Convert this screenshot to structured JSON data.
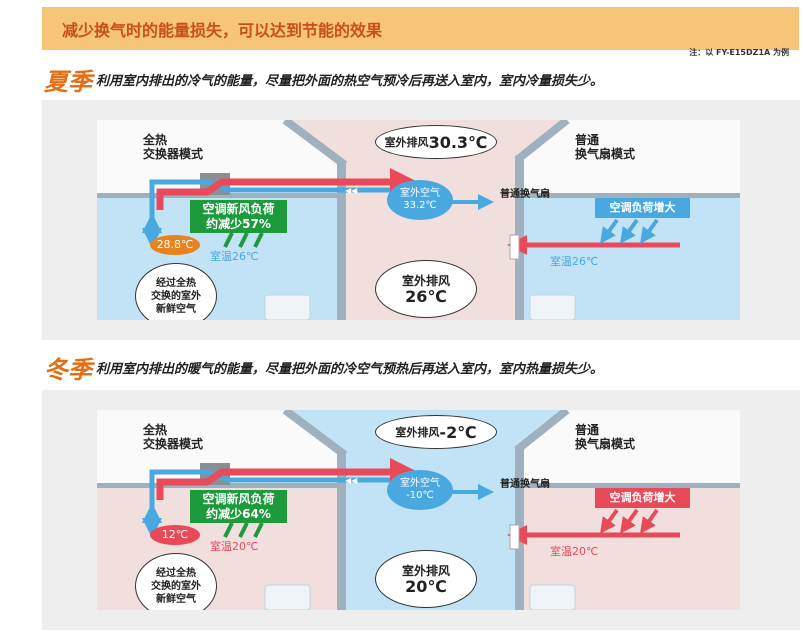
{
  "banner": {
    "title": "减少换气时的能量损失，可以达到节能的效果",
    "note": "注：以 FY-E15DZ1A 为例"
  },
  "panels": [
    {
      "season": "夏季",
      "desc": "利用室内排出的冷气的能量，尽量把外面的热空气预冷后再送入室内，室内冷量损失少。",
      "left_mode": "全热\n交换器模式",
      "right_mode": "普通\n换气扇模式",
      "exhaust_label": "室外排风",
      "exhaust_temp": "30.3℃",
      "outdoor_label": "室外空气",
      "outdoor_temp": "33.2℃",
      "fan_label": "普通换气扇",
      "load_label": "空调负荷增大",
      "reduce_line1": "空调新风负荷",
      "reduce_line2": "约减少57%",
      "supply_temp": "28.8℃",
      "left_room_temp": "室温26℃",
      "right_room_temp": "室温26℃",
      "fresh_air_bubble": "经过全热\n交换的室外\n新鲜空气",
      "room_exhaust_label": "室外排风",
      "room_exhaust_temp": "26℃",
      "colors": {
        "outdoor": "#f1dfde",
        "room": "#c2e2f5",
        "load": "#4aa8e0",
        "supply": "#e8821e",
        "roomtext": "#4aa8e0"
      }
    },
    {
      "season": "冬季",
      "desc": "利用室内排出的暖气的能量，尽量把外面的冷空气预热后再送入室内，室内热量损失少。",
      "left_mode": "全热\n交换器模式",
      "right_mode": "普通\n换气扇模式",
      "exhaust_label": "室外排风",
      "exhaust_temp": "-2℃",
      "outdoor_label": "室外空气",
      "outdoor_temp": "-10℃",
      "fan_label": "普通换气扇",
      "load_label": "空调负荷增大",
      "reduce_line1": "空调新风负荷",
      "reduce_line2": "约减少64%",
      "supply_temp": "12℃",
      "left_room_temp": "室温20℃",
      "right_room_temp": "室温20℃",
      "fresh_air_bubble": "经过全热\n交换的室外\n新鲜空气",
      "room_exhaust_label": "室外排风",
      "room_exhaust_temp": "20℃",
      "colors": {
        "outdoor": "#c2e2f5",
        "room": "#f1dfde",
        "load": "#e84a5a",
        "supply": "#e84a5a",
        "roomtext": "#e84a5a"
      }
    }
  ]
}
